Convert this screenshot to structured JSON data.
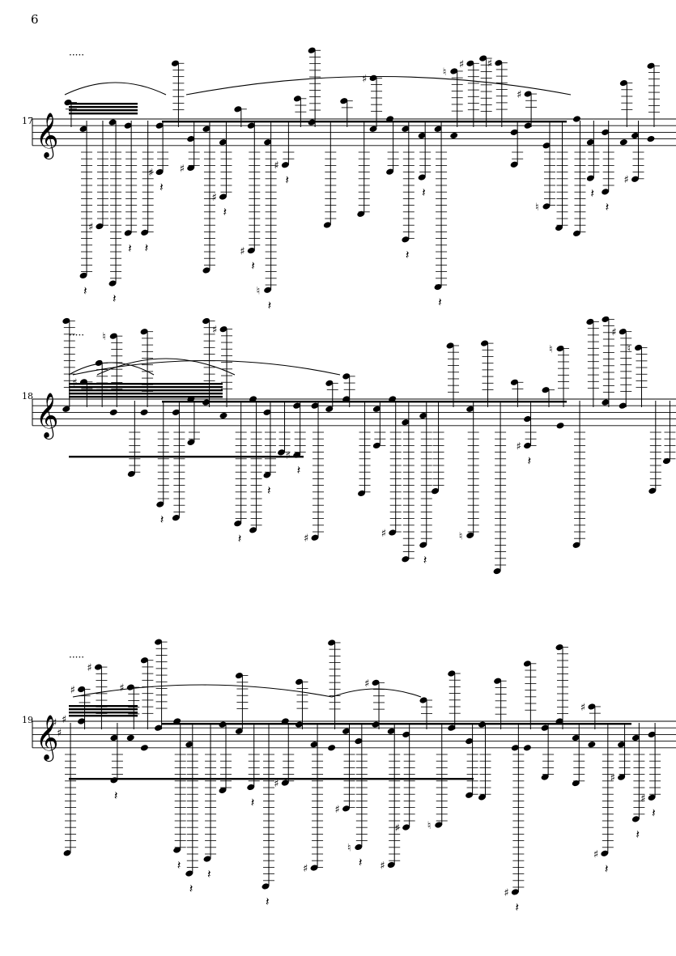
{
  "page": {
    "number": "6"
  },
  "systems": [
    {
      "measure_number": "17",
      "clef": "treble",
      "key_sharps": 0
    },
    {
      "measure_number": "18",
      "clef": "treble",
      "key_sharps": 0
    },
    {
      "measure_number": "19",
      "clef": "treble",
      "key_sharps": 3
    }
  ],
  "icons": {
    "clef": "treble-clef-icon",
    "sharp": "sharp-icon",
    "natural": "natural-icon",
    "rest": "quarter-rest-icon"
  },
  "colors": {
    "ink": "#000000",
    "paper": "#ffffff"
  }
}
